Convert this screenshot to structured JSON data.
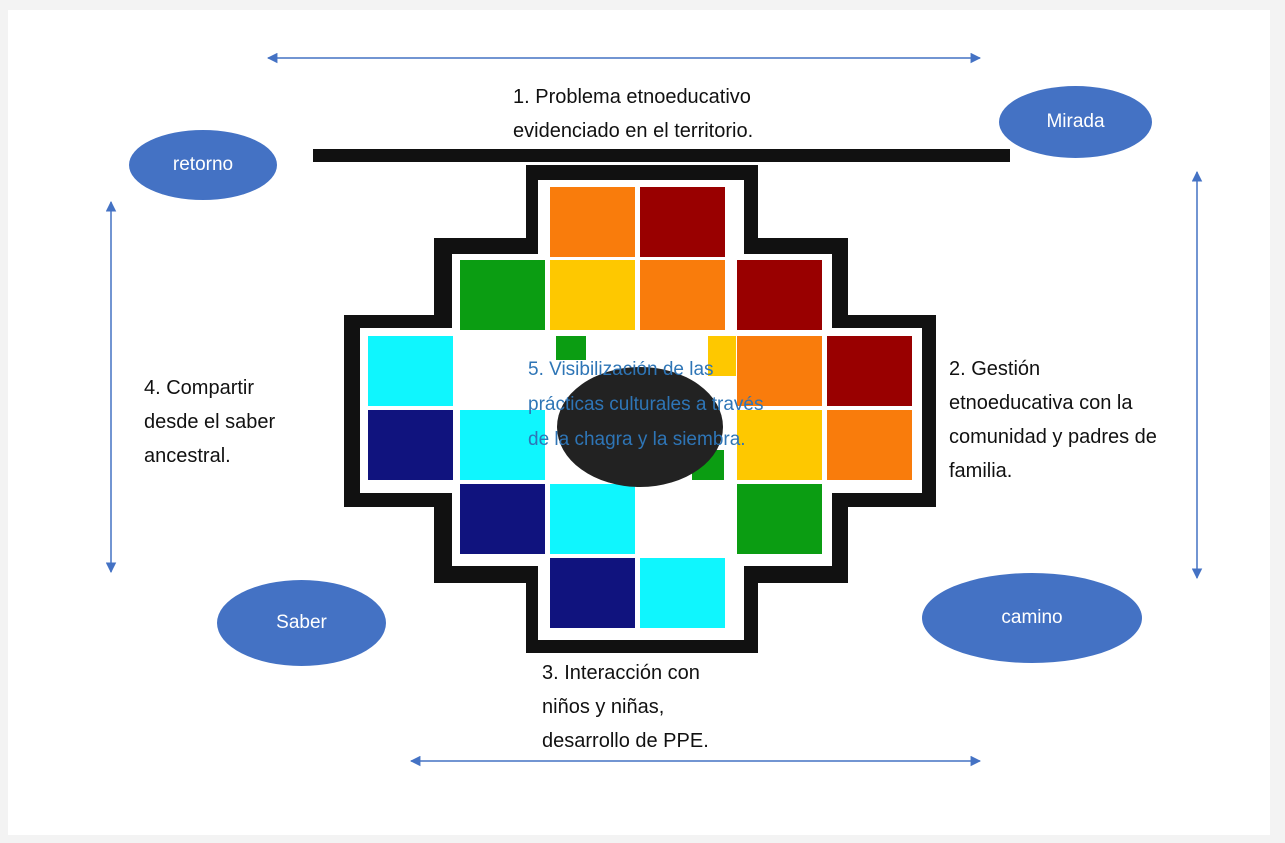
{
  "steps": {
    "step1": {
      "line1": "1. Problema etnoeducativo",
      "line2": "evidenciado en el territorio."
    },
    "step2": {
      "line1": "2. Gestión",
      "line2": "etnoeducativa con la",
      "line3": "comunidad y padres de",
      "line4": "familia."
    },
    "step3": {
      "line1": "3. Interacción con",
      "line2": "niños y niñas,",
      "line3": "desarrollo de PPE."
    },
    "step4": {
      "line1": "4. Compartir",
      "line2": "desde el saber",
      "line3": "ancestral."
    },
    "step5": {
      "line1": "5. Visibilización  de las",
      "line2": "prácticas culturales a través",
      "line3": "de la chagra y la siembra."
    }
  },
  "ellipses": {
    "retorno": "retorno",
    "mirada": "Mirada",
    "saber": "Saber",
    "camino": "camino"
  },
  "colors": {
    "orange": "#f97c0c",
    "darkred": "#990000",
    "green": "#0b9d12",
    "yellow": "#fec800",
    "cyan": "#0ff6fe",
    "navy": "#10137e",
    "white": "#ffffff",
    "black": "#111111",
    "arrow": "#4472c4",
    "ellipse": "#4472c4"
  }
}
